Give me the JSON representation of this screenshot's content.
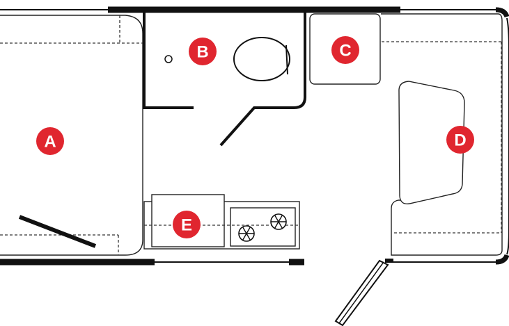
{
  "floorplan": {
    "colors": {
      "marker_fill": "#e0262f",
      "marker_text": "#ffffff",
      "wall": "#111111"
    },
    "markers": [
      {
        "id": "a",
        "label": "A"
      },
      {
        "id": "b",
        "label": "B"
      },
      {
        "id": "c",
        "label": "C"
      },
      {
        "id": "d",
        "label": "D"
      },
      {
        "id": "e",
        "label": "E"
      }
    ]
  }
}
